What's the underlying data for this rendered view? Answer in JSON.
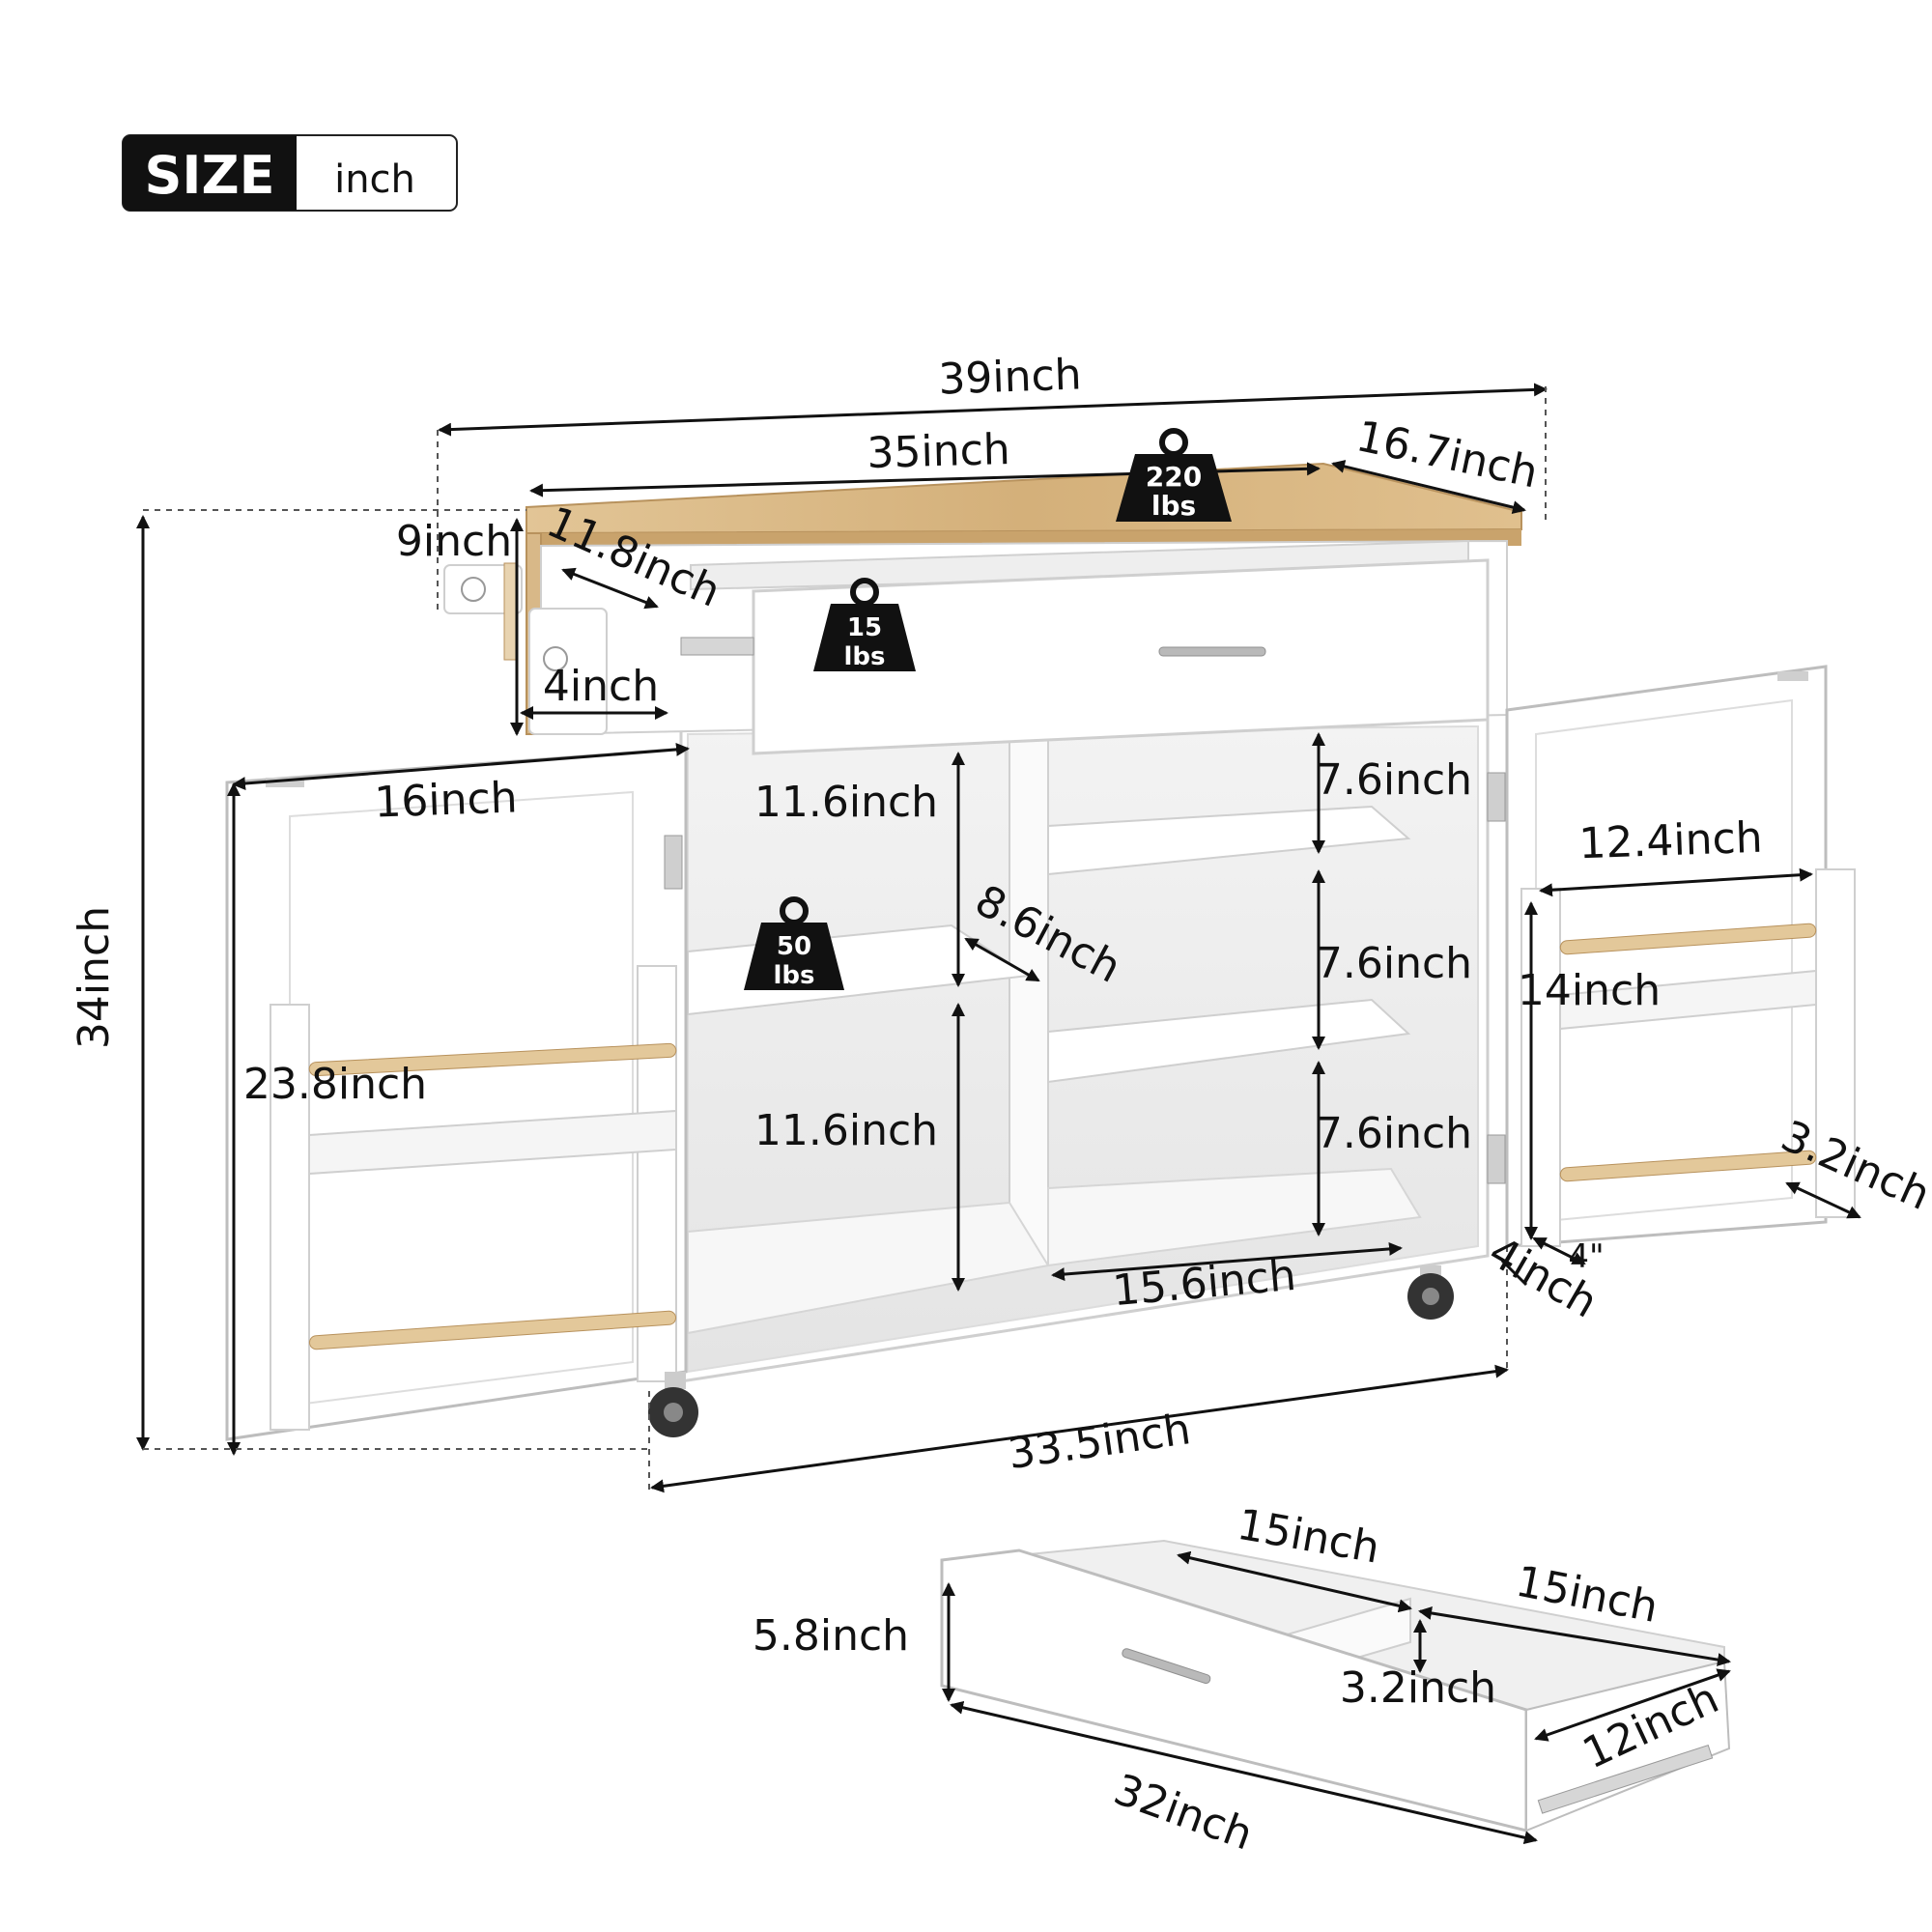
{
  "badge": {
    "title": "SIZE",
    "unit": "inch"
  },
  "weights": {
    "top": {
      "value": "220",
      "unit": "lbs"
    },
    "drawer": {
      "value": "15",
      "unit": "lbs"
    },
    "shelf": {
      "value": "50",
      "unit": "lbs"
    }
  },
  "dims": {
    "overall_width": "39inch",
    "top_width": "35inch",
    "top_depth": "16.7inch",
    "drop_leaf_height": "9inch",
    "drop_leaf_depth": "11.8inch",
    "towel_bar_gap": "4inch",
    "overall_height": "34inch",
    "left_door_width": "16inch",
    "left_door_height": "23.8inch",
    "left_upper_shelf": "11.6inch",
    "left_lower_shelf": "11.6inch",
    "left_shelf_depth": "8.6inch",
    "right_shelf_gap_1": "7.6inch",
    "right_shelf_gap_2": "7.6inch",
    "right_shelf_gap_3": "7.6inch",
    "right_shelf_width": "15.6inch",
    "base_width": "33.5inch",
    "caster_offset": "4inch",
    "right_rack_width": "12.4inch",
    "right_rack_height": "14inch",
    "right_rack_depth": "3.2inch",
    "right_rack_bottom": "4\"",
    "drawer_height": "5.8inch",
    "drawer_front_width": "32inch",
    "drawer_compartment_1": "15inch",
    "drawer_compartment_2": "15inch",
    "drawer_divider_height": "3.2inch",
    "drawer_depth": "12inch"
  },
  "colors": {
    "wood": "#d9b887",
    "wood_dark": "#b8925d",
    "cabinet": "#ffffff",
    "cabinet_edge": "#d6d6d6",
    "ink": "#111111"
  }
}
